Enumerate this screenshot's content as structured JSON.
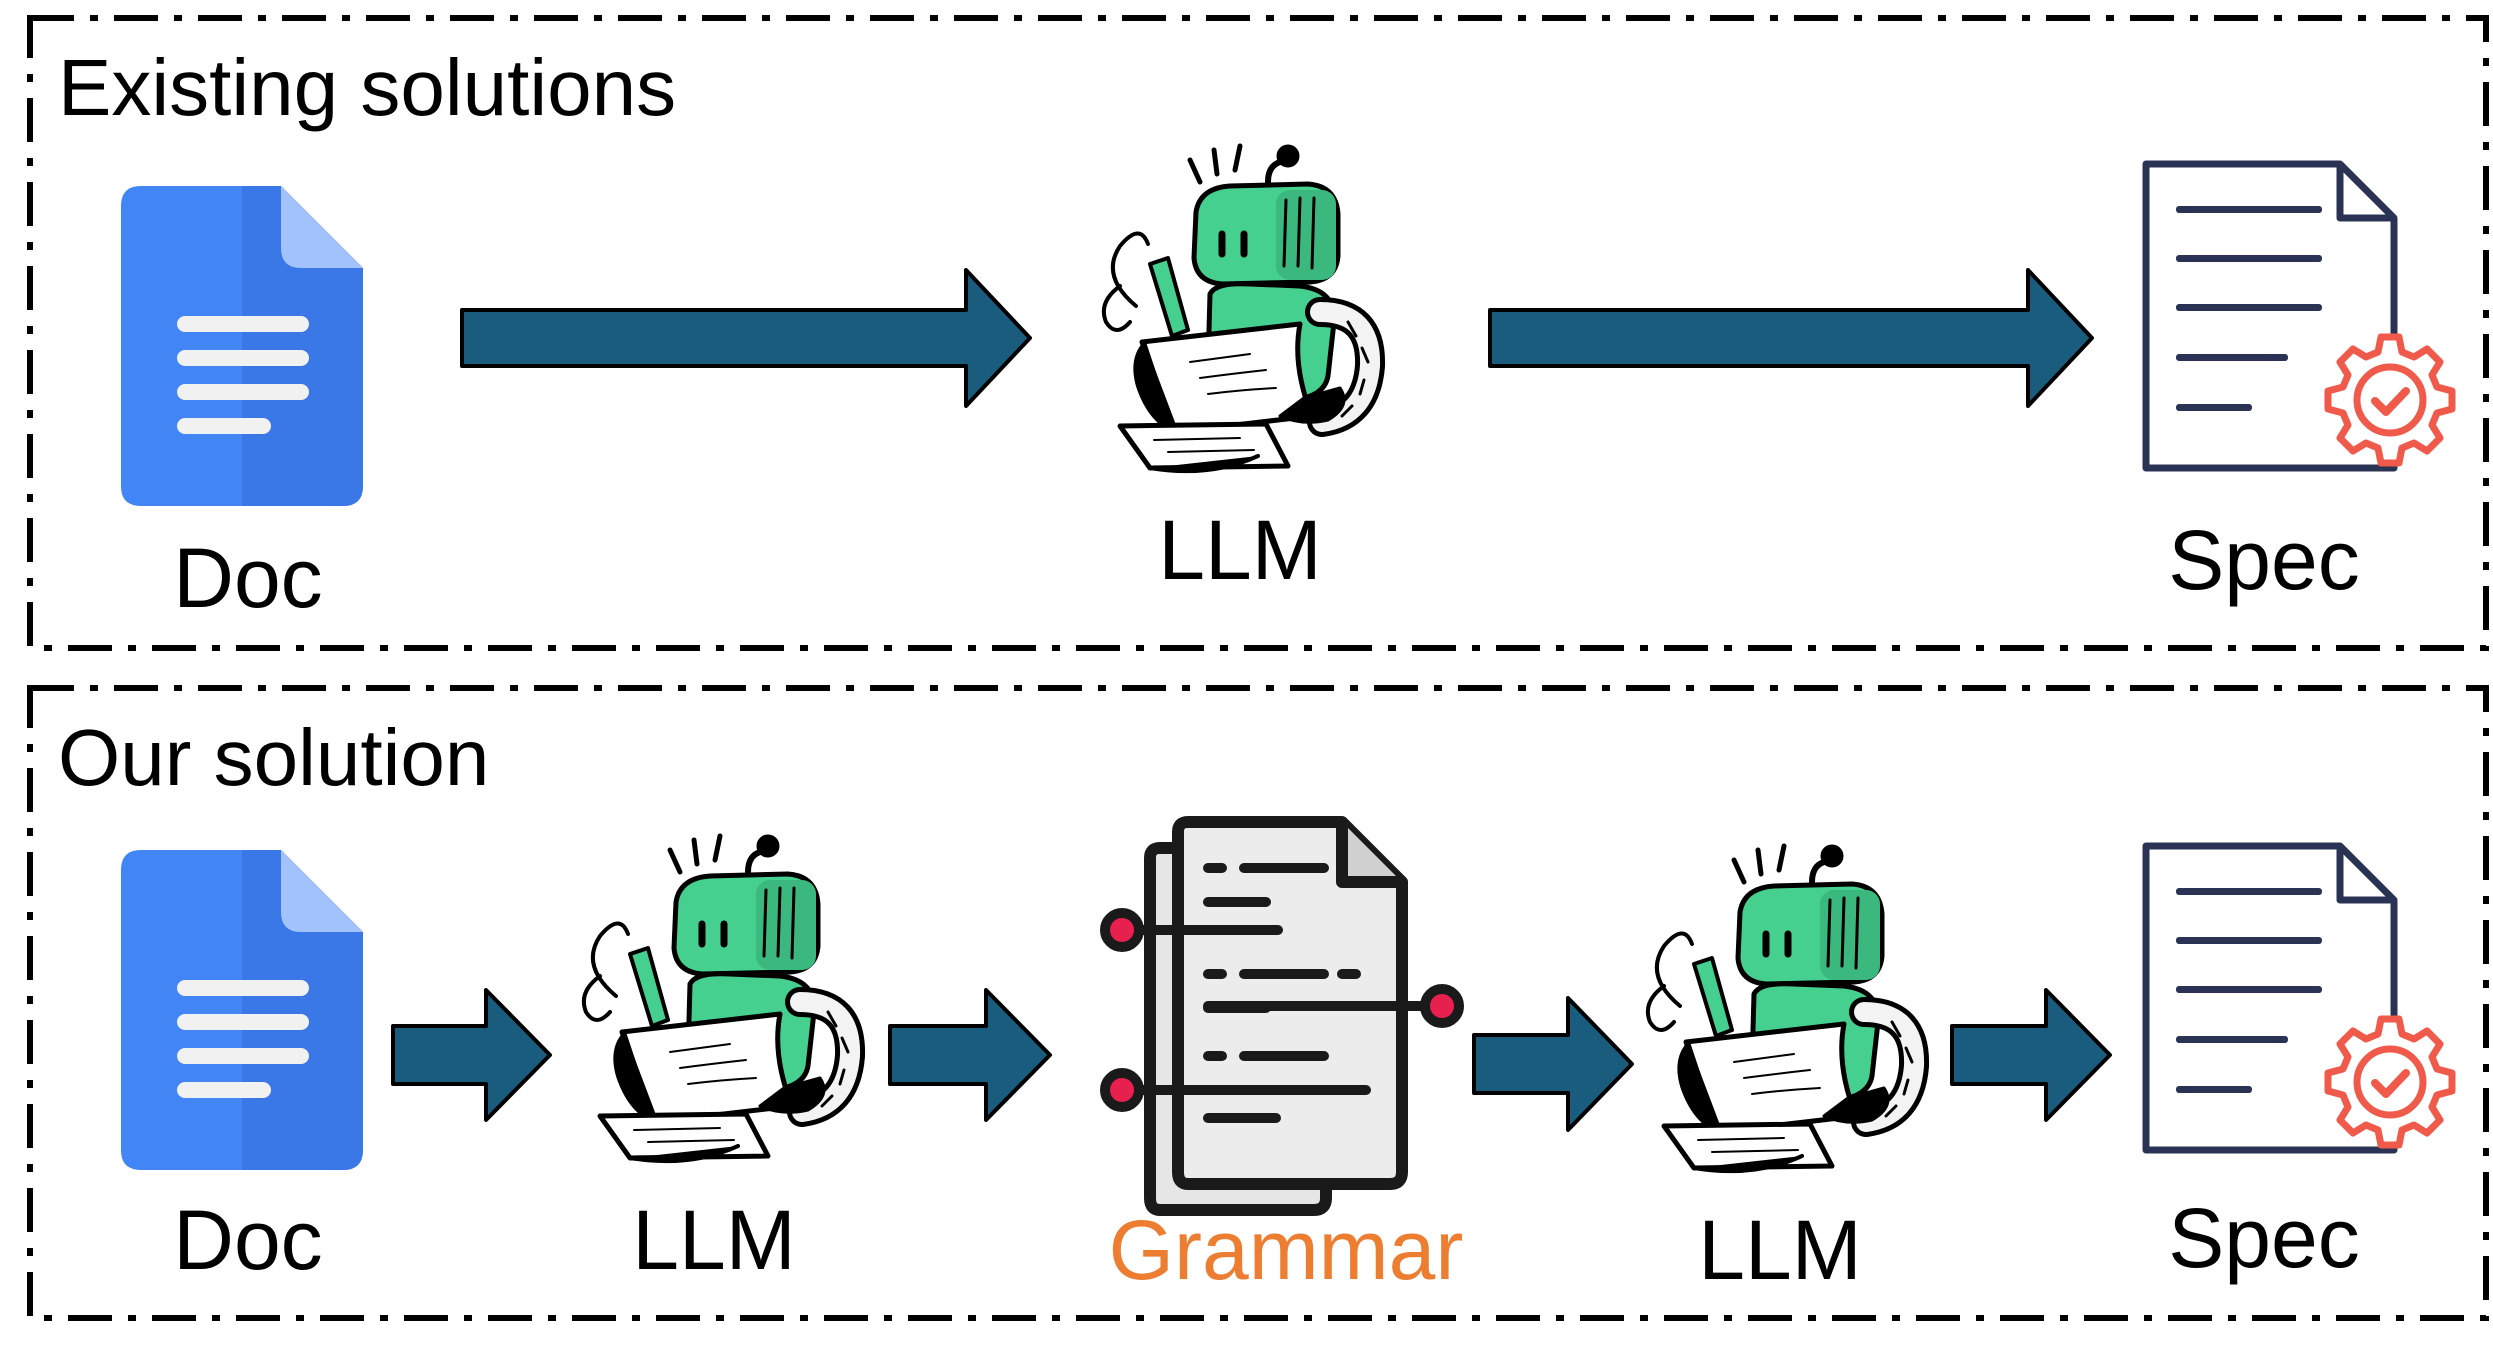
{
  "top_panel": {
    "title": "Existing solutions",
    "labels": {
      "doc": "Doc",
      "llm": "LLM",
      "spec": "Spec"
    }
  },
  "bottom_panel": {
    "title": "Our solution",
    "labels": {
      "doc": "Doc",
      "llm1": "LLM",
      "grammar": "Grammar",
      "llm2": "LLM",
      "spec": "Spec"
    }
  },
  "colors": {
    "arrow_fill": "#1a5c7e",
    "doc_blue": "#4285f4",
    "robot_green": "#46d08f",
    "spec_navy": "#2b3354",
    "gear_red": "#f05a4a",
    "grammar_label": "#ed7d31",
    "grammar_node": "#e8204f"
  },
  "icons": [
    "doc-icon",
    "robot-llm-icon",
    "spec-doc-icon",
    "gear-check-icon",
    "grammar-doc-icon",
    "flow-arrow-icon"
  ]
}
